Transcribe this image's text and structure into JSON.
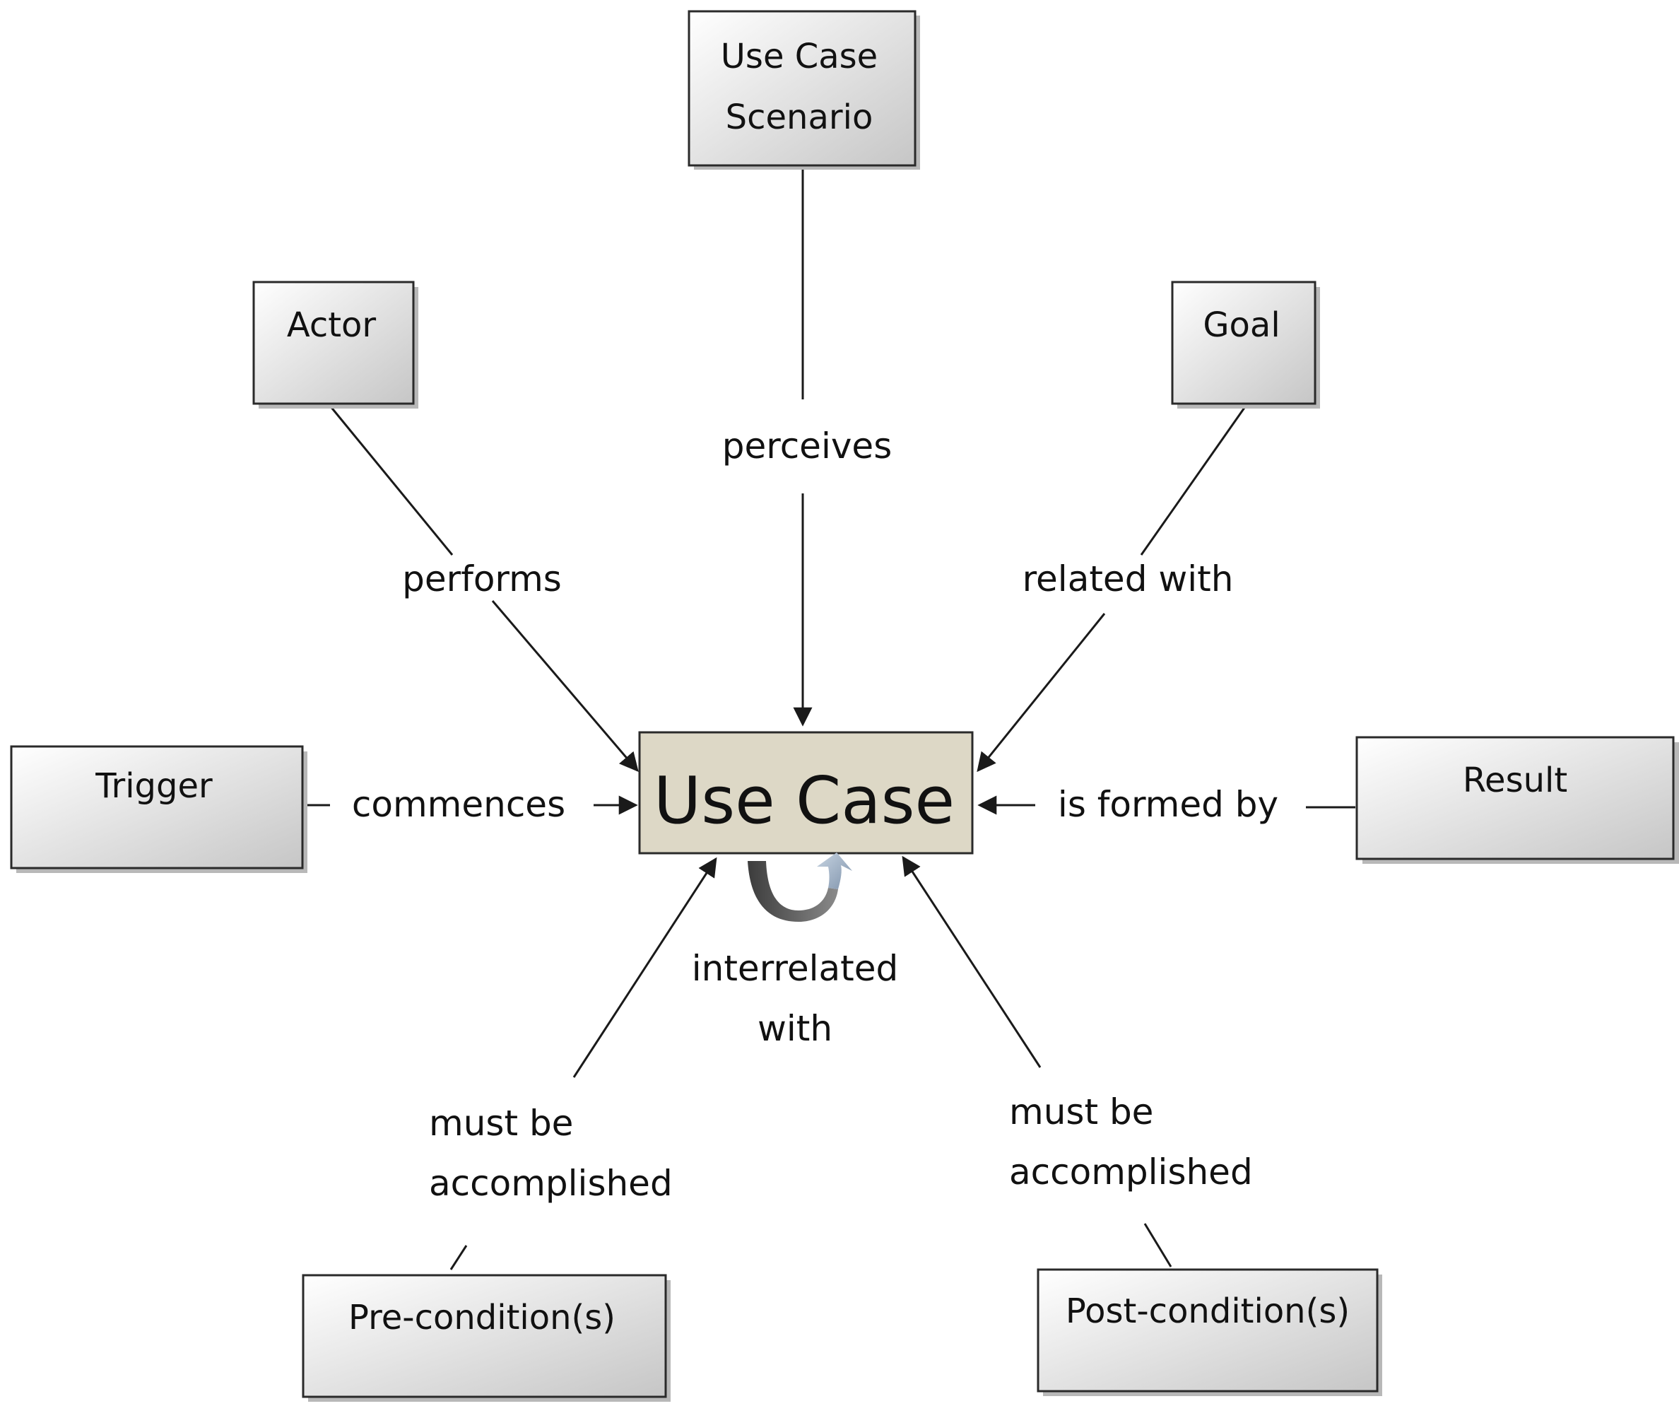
{
  "center": {
    "label": "Use Case"
  },
  "nodes": {
    "scenario": {
      "line1": "Use Case",
      "line2": "Scenario"
    },
    "actor": {
      "label": "Actor"
    },
    "goal": {
      "label": "Goal"
    },
    "trigger": {
      "label": "Trigger"
    },
    "result": {
      "label": "Result"
    },
    "precondition": {
      "label": "Pre-condition(s)"
    },
    "postcondition": {
      "label": "Post-condition(s)"
    }
  },
  "edges": {
    "perceives": "perceives",
    "performs": "performs",
    "related_with": "related with",
    "commences": "commences",
    "is_formed_by": "is formed by",
    "interrelated": {
      "line1": "interrelated",
      "line2": "with"
    },
    "pre": {
      "line1": "must be",
      "line2": "accomplished"
    },
    "post": {
      "line1": "must be",
      "line2": "accomplished"
    }
  },
  "colors": {
    "center_fill": "#ddd8c6",
    "box_gradient_light": "#ffffff",
    "box_gradient_dark": "#c8c8c8",
    "shadow": "#b0b0b0",
    "self_arrow_dark": "#5a5a5a",
    "self_arrow_light": "#8fa8c4"
  }
}
